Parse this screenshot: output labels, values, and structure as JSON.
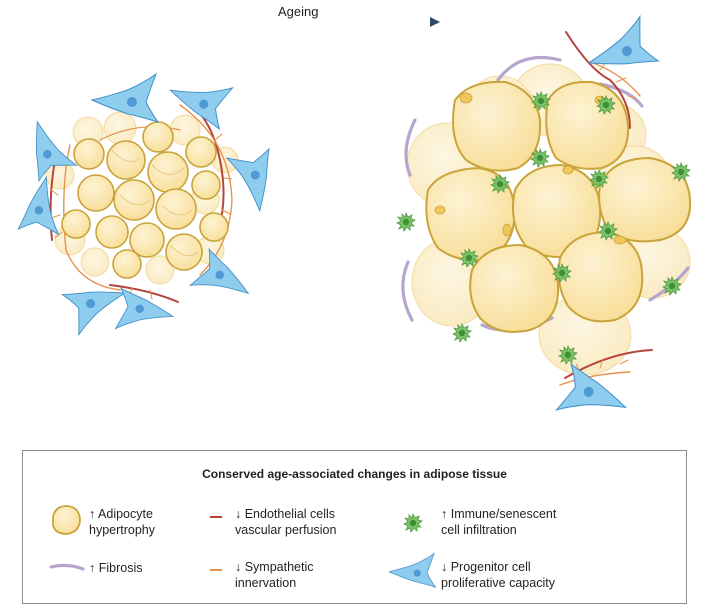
{
  "arrow": {
    "label": "Ageing"
  },
  "legend": {
    "title": "Conserved age-associated changes in adipose tissue",
    "items": [
      {
        "line1": "↑ Adipocyte",
        "line2": "hypertrophy",
        "icon": "adipocyte-icon"
      },
      {
        "line1": "↓ Endothelial cells",
        "line2": "vascular perfusion",
        "icon": "endothelial-line-icon"
      },
      {
        "line1": "↑ Immune/senescent",
        "line2": "cell infiltration",
        "icon": "immune-cell-icon"
      },
      {
        "line1": "↑ Fibrosis",
        "line2": "",
        "icon": "fibrosis-icon"
      },
      {
        "line1": "↓ Sympathetic",
        "line2": "innervation",
        "icon": "nerve-line-icon"
      },
      {
        "line1": "↓ Progenitor cell",
        "line2": "proliferative capacity",
        "icon": "progenitor-cell-icon"
      }
    ]
  },
  "colors": {
    "adipocyte_fill": "#fbe7b2",
    "adipocyte_stroke": "#c9a43a",
    "adipocyte_back": "#fcf1d6",
    "endothelial": "#b8433a",
    "nerve": "#e8934a",
    "fibrosis": "#b6a6cf",
    "immune": "#6bb45a",
    "progenitor": "#5aa9dc",
    "arrow": "#2e4a66"
  }
}
